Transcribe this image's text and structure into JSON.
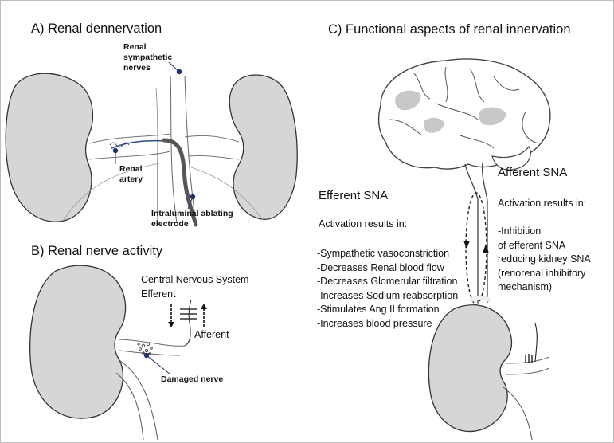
{
  "panel_a": {
    "title": "A) Renal dennervation",
    "sympathetic_label": [
      "Renal",
      "sympathetic",
      "nerves"
    ],
    "artery_label": [
      "Renal",
      "artery"
    ],
    "electrode_label": [
      "Intraluminal ablating",
      "electrode"
    ]
  },
  "panel_b": {
    "title": "B) Renal nerve activity",
    "cns_label": "Central Nervous System",
    "efferent_label": "Efferent",
    "afferent_label": "Afferent",
    "damaged_label": "Damaged nerve"
  },
  "panel_c": {
    "title": "C) Functional aspects of renal innervation",
    "efferent": {
      "heading": "Efferent SNA",
      "activation": "Activation results in:",
      "effects": [
        "-Sympathetic vasoconstriction",
        "-Decreases Renal blood flow",
        "-Decreases Glomerular filtration",
        "-Increases Sodium reabsorption",
        "-Stimulates Ang II formation",
        "-Increases blood pressure"
      ]
    },
    "afferent": {
      "heading": "Afferent SNA",
      "activation": "Activation results in:",
      "effects": [
        "-Inhibition",
        "of efferent SNA",
        "reducing kidney SNA",
        "(renorenal inhibitory",
        "mechanism)"
      ]
    }
  },
  "colors": {
    "marker": "#1f2f6b",
    "electrode": "#555555",
    "kidney": "#d6d6d6",
    "outline": "#333333",
    "brain_shade": "#bdbdbd"
  }
}
